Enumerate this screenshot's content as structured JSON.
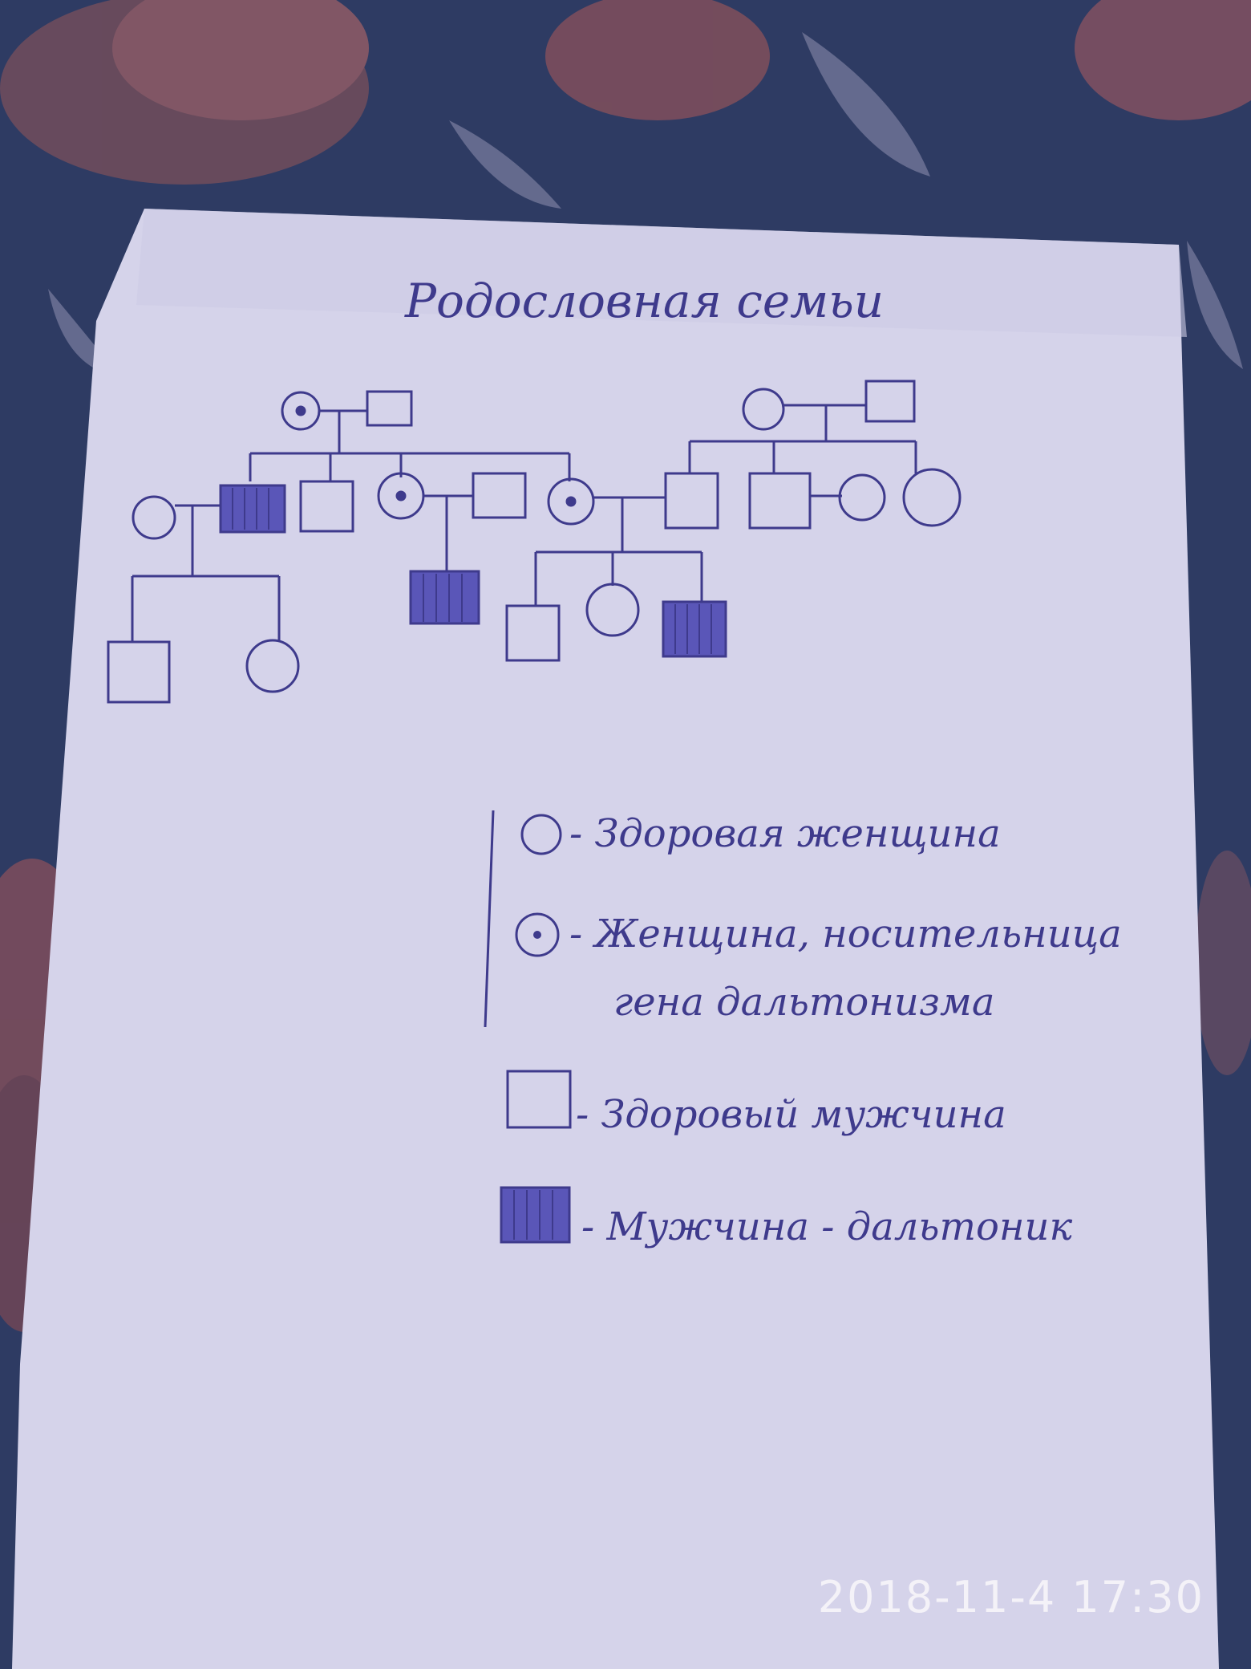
{
  "title": "Родословная семьи",
  "legend": {
    "healthy_female": "- Здоровая женщина",
    "carrier_female_line1": "- Женщина, носительница",
    "carrier_female_line2": "гена дальтонизма",
    "healthy_male": "- Здоровый мужчина",
    "colorblind_male": "- Мужчина - дальтоник"
  },
  "timestamp": "2018-11-4 17:30",
  "colors": {
    "ink": "#3e3a8c",
    "paper": "#d6d4ea",
    "background": "#2f3d66",
    "flower": "#7a5460"
  }
}
